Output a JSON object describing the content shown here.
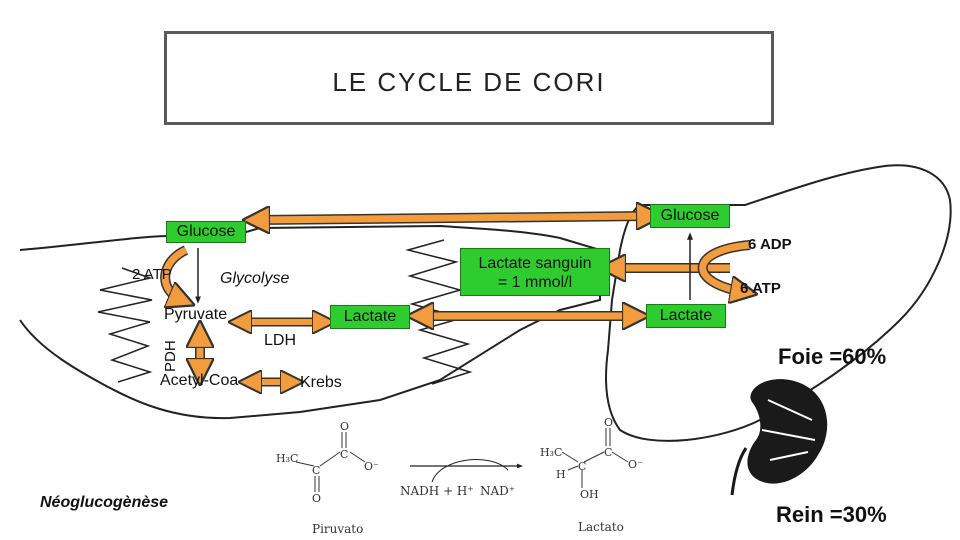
{
  "title": "LE CYCLE DE CORI",
  "muscle": {
    "glucose": "Glucose",
    "atp": "2 ATP",
    "glycolyse": "Glycolyse",
    "pyruvate": "Pyruvate",
    "lactate": "Lactate",
    "ldh": "LDH",
    "pdh": "PDH",
    "acetyl_coa": "Acetyl-Coa",
    "krebs": "Krebs"
  },
  "blood": {
    "lactate_sanguin_line1": "Lactate sanguin",
    "lactate_sanguin_line2": "= 1 mmol/l"
  },
  "liver": {
    "glucose": "Glucose",
    "adp": "6 ADP",
    "atp": "6 ATP",
    "lactate": "Lactate",
    "foie": "Foie =60%"
  },
  "kidney": {
    "rein": "Rein =30%"
  },
  "neoglucogenese": "Néoglucogènèse",
  "reaction": {
    "pyruvate_label": "Piruvato",
    "lactate_label": "Lactato",
    "nadh": "NADH + H⁺",
    "nad": "NAD⁺",
    "h3c_left": "H₃C",
    "h3c_right": "H₃C",
    "c1": "C",
    "c2": "C",
    "c3": "C",
    "c4": "C",
    "o_top_left": "O",
    "o_top_right": "O",
    "o_minus_left": "O⁻",
    "o_minus_right": "O⁻",
    "o_bottom_left": "O",
    "oh": "OH",
    "h": "H"
  },
  "colors": {
    "green_box": "#2ecc2e",
    "arrow_orange": "#f39c3d",
    "outline": "#222222"
  }
}
